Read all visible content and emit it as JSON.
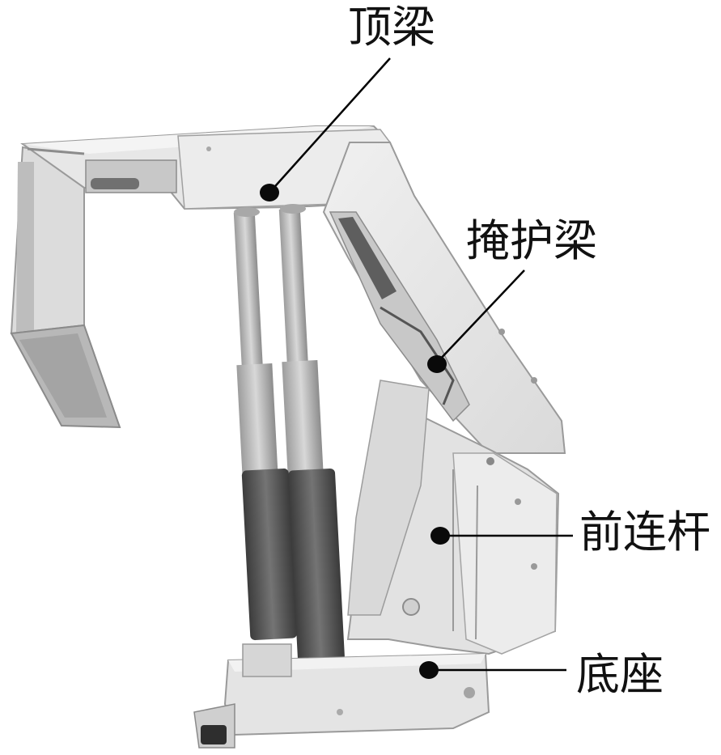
{
  "labels": {
    "top_beam": "顶梁",
    "shield_beam": "掩护梁",
    "front_link": "前连杆",
    "base": "底座"
  },
  "colors": {
    "frame_light": "#e9e9e9",
    "frame_mid": "#d2d2d2",
    "frame_dark": "#9a9a9a",
    "cylinder_lower": "#5a5a5a",
    "cylinder_upper": "#bcbcbc",
    "marker": "#0a0a0a",
    "text": "#111111"
  }
}
